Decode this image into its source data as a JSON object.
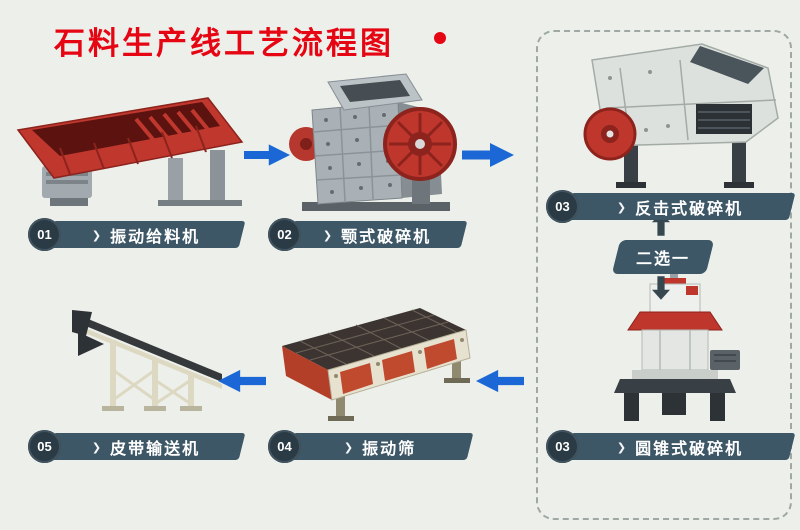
{
  "page": {
    "title": "石料生产线工艺流程图",
    "background_color": "#edf0ea",
    "title_color": "#e60613"
  },
  "ui": {
    "chevron": "❯",
    "arrow_color": "#1b67d6",
    "ribbon_color": "#3d5766",
    "badge_color": "#2a3b45",
    "machine_red": "#bf362d"
  },
  "steps": [
    {
      "num": "01",
      "label": "振动给料机",
      "machine": "vibrating-feeder"
    },
    {
      "num": "02",
      "label": "颚式破碎机",
      "machine": "jaw-crusher"
    },
    {
      "num": "03",
      "label": "反击式破碎机",
      "machine": "impact-crusher"
    },
    {
      "num": "03",
      "label": "圆锥式破碎机",
      "machine": "cone-crusher"
    },
    {
      "num": "04",
      "label": "振动筛",
      "machine": "vibrating-screen"
    },
    {
      "num": "05",
      "label": "皮带输送机",
      "machine": "belt-conveyor"
    }
  ],
  "choice": {
    "label": "二选一"
  },
  "flow": {
    "arrows": [
      {
        "from": "01",
        "to": "02",
        "direction": "right"
      },
      {
        "from": "02",
        "to": "03",
        "direction": "right"
      },
      {
        "from": "03",
        "to": "04",
        "direction": "left"
      },
      {
        "from": "04",
        "to": "05",
        "direction": "left"
      }
    ]
  }
}
